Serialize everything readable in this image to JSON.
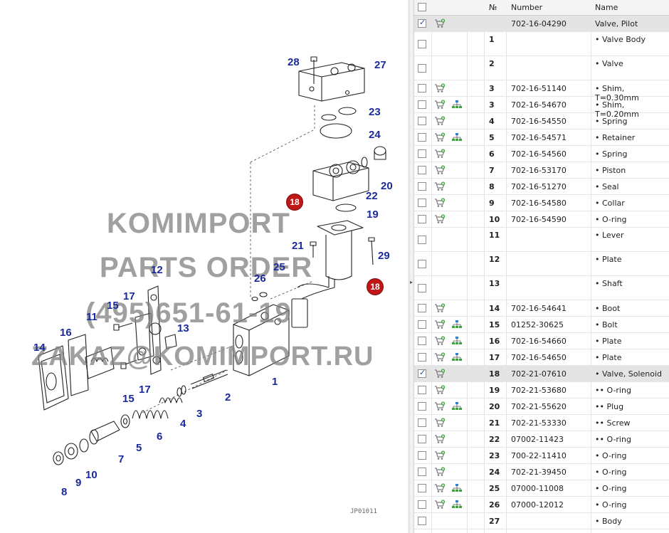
{
  "diagram": {
    "callouts": [
      "28",
      "27",
      "23",
      "24",
      "20",
      "22",
      "19",
      "21",
      "29",
      "26",
      "25",
      "12",
      "17",
      "13",
      "11",
      "16",
      "14",
      "15",
      "17",
      "2",
      "1",
      "3",
      "4",
      "5",
      "6",
      "7",
      "8",
      "9",
      "10",
      "15"
    ],
    "badges": [
      "18",
      "18"
    ],
    "watermark": {
      "line1": "KOMIMPORT",
      "line2": "PARTS ORDER",
      "line3": "(495)651-61-19",
      "line4": "ZAKAZ@KOMIMPORT.RU"
    },
    "drawing_code": "JP01011"
  },
  "table": {
    "headers": {
      "num": "№",
      "number": "Number",
      "name": "Name"
    },
    "rows": [
      {
        "checked": true,
        "cart": true,
        "tree": false,
        "num": "",
        "number": "702-16-04290",
        "name": "Valve, Pilot"
      },
      {
        "checked": false,
        "cart": false,
        "tree": false,
        "num": "1",
        "number": "",
        "name": "• Valve Body"
      },
      {
        "checked": false,
        "cart": false,
        "tree": false,
        "num": "2",
        "number": "",
        "name": "• Valve"
      },
      {
        "checked": false,
        "cart": true,
        "tree": false,
        "num": "3",
        "number": "702-16-51140",
        "name": "• Shim, T=0.30mm"
      },
      {
        "checked": false,
        "cart": true,
        "tree": true,
        "num": "3",
        "number": "702-16-54670",
        "name": "• Shim, T=0.20mm"
      },
      {
        "checked": false,
        "cart": true,
        "tree": false,
        "num": "4",
        "number": "702-16-54550",
        "name": "• Spring"
      },
      {
        "checked": false,
        "cart": true,
        "tree": true,
        "num": "5",
        "number": "702-16-54571",
        "name": "• Retainer"
      },
      {
        "checked": false,
        "cart": true,
        "tree": false,
        "num": "6",
        "number": "702-16-54560",
        "name": "• Spring"
      },
      {
        "checked": false,
        "cart": true,
        "tree": false,
        "num": "7",
        "number": "702-16-53170",
        "name": "• Piston"
      },
      {
        "checked": false,
        "cart": true,
        "tree": false,
        "num": "8",
        "number": "702-16-51270",
        "name": "• Seal"
      },
      {
        "checked": false,
        "cart": true,
        "tree": false,
        "num": "9",
        "number": "702-16-54580",
        "name": "• Collar"
      },
      {
        "checked": false,
        "cart": true,
        "tree": false,
        "num": "10",
        "number": "702-16-54590",
        "name": "• O-ring"
      },
      {
        "checked": false,
        "cart": false,
        "tree": false,
        "num": "11",
        "number": "",
        "name": "• Lever"
      },
      {
        "checked": false,
        "cart": false,
        "tree": false,
        "num": "12",
        "number": "",
        "name": "• Plate"
      },
      {
        "checked": false,
        "cart": false,
        "tree": false,
        "num": "13",
        "number": "",
        "name": "• Shaft"
      },
      {
        "checked": false,
        "cart": true,
        "tree": false,
        "num": "14",
        "number": "702-16-54641",
        "name": "• Boot"
      },
      {
        "checked": false,
        "cart": true,
        "tree": true,
        "num": "15",
        "number": "01252-30625",
        "name": "• Bolt"
      },
      {
        "checked": false,
        "cart": true,
        "tree": true,
        "num": "16",
        "number": "702-16-54660",
        "name": "• Plate"
      },
      {
        "checked": false,
        "cart": true,
        "tree": true,
        "num": "17",
        "number": "702-16-54650",
        "name": "• Plate"
      },
      {
        "checked": true,
        "cart": true,
        "tree": false,
        "num": "18",
        "number": "702-21-07610",
        "name": "• Valve, Solenoid"
      },
      {
        "checked": false,
        "cart": true,
        "tree": false,
        "num": "19",
        "number": "702-21-53680",
        "name": "•• O-ring"
      },
      {
        "checked": false,
        "cart": true,
        "tree": true,
        "num": "20",
        "number": "702-21-55620",
        "name": "•• Plug"
      },
      {
        "checked": false,
        "cart": true,
        "tree": false,
        "num": "21",
        "number": "702-21-53330",
        "name": "•• Screw"
      },
      {
        "checked": false,
        "cart": true,
        "tree": false,
        "num": "22",
        "number": "07002-11423",
        "name": "•• O-ring"
      },
      {
        "checked": false,
        "cart": true,
        "tree": false,
        "num": "23",
        "number": "700-22-11410",
        "name": "• O-ring"
      },
      {
        "checked": false,
        "cart": true,
        "tree": false,
        "num": "24",
        "number": "702-21-39450",
        "name": "• O-ring"
      },
      {
        "checked": false,
        "cart": true,
        "tree": true,
        "num": "25",
        "number": "07000-11008",
        "name": "• O-ring"
      },
      {
        "checked": false,
        "cart": true,
        "tree": true,
        "num": "26",
        "number": "07000-12012",
        "name": "• O-ring"
      },
      {
        "checked": false,
        "cart": false,
        "tree": false,
        "num": "27",
        "number": "",
        "name": "• Body"
      }
    ]
  },
  "icons": {
    "cart": "cart-add-icon",
    "tree": "hierarchy-icon",
    "splitter": "collapse-arrow-icon"
  },
  "colors": {
    "callout": "#1a2a9a",
    "badge": "#c01818",
    "selected_row": "#e4e4e4"
  }
}
